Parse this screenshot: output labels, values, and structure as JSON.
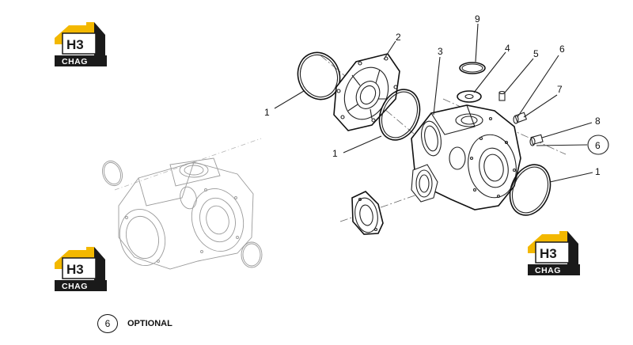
{
  "diagram": {
    "callouts": {
      "c1_left": "1",
      "c1_mid": "1",
      "c1_right": "1",
      "c2": "2",
      "c3": "3",
      "c4": "4",
      "c5": "5",
      "c6": "6",
      "c6_circled": "6",
      "c7": "7",
      "c8": "8",
      "c9": "9"
    }
  },
  "legend": {
    "badge": "6",
    "note": "OPTIONAL"
  },
  "logos": {
    "monogram": "H3",
    "wordmark": "CHAG",
    "brand_yellow": "#f3b800",
    "brand_black": "#1a1a1a"
  }
}
